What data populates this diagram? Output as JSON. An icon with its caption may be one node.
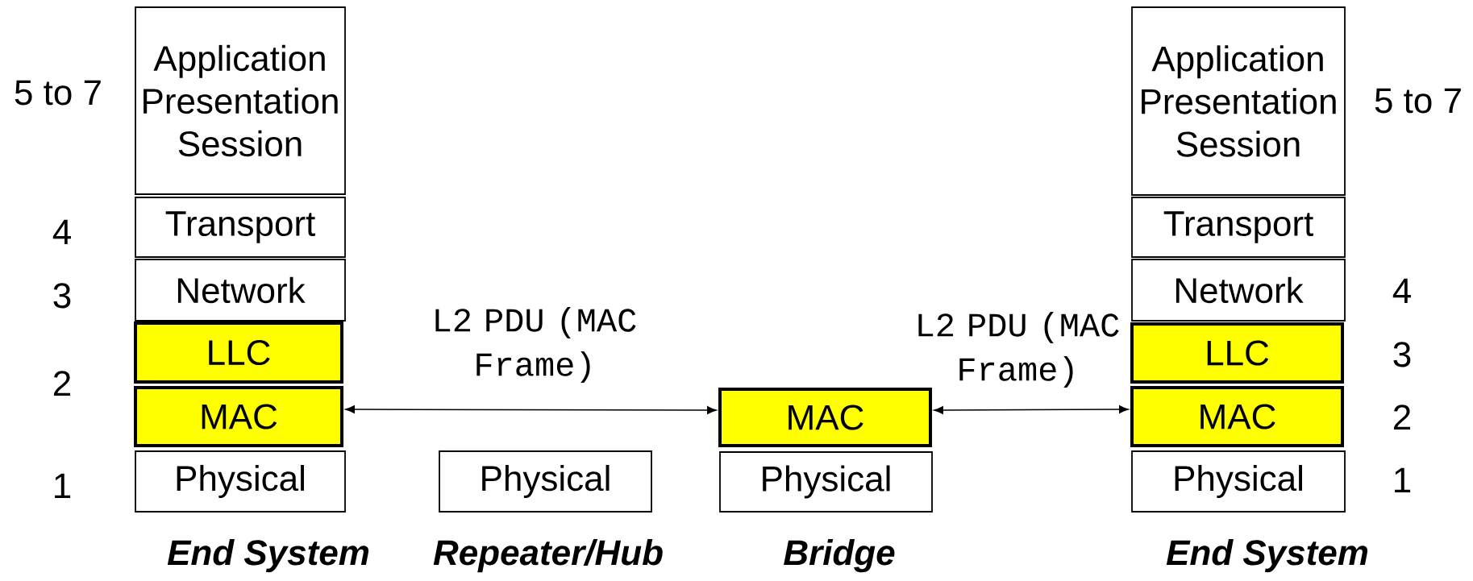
{
  "diagram": {
    "nodes": [
      {
        "text": [
          "Application Presentation Session"
        ]
      },
      {
        "text": [
          "Transport"
        ]
      },
      {
        "text": [
          "Network"
        ]
      },
      {
        "text": [
          "LLC"
        ]
      },
      {
        "text": [
          "MAC"
        ]
      },
      {
        "text": [
          "Physical"
        ]
      },
      {
        "text": [
          "Physical"
        ]
      },
      {
        "text": [
          "MAC"
        ]
      },
      {
        "text": [
          "Physical"
        ]
      },
      {
        "text": [
          "Application Presentation Session"
        ]
      },
      {
        "text": [
          "Transport"
        ]
      },
      {
        "text": [
          "Network"
        ]
      },
      {
        "text": [
          "LLC"
        ]
      },
      {
        "text": [
          "MAC"
        ]
      },
      {
        "text": [
          "Physical"
        ]
      }
    ],
    "edges": [
      {
        "from": 4,
        "to": 7,
        "arrow": "both",
        "label": "L2 PDU (MAC Frame)"
      },
      {
        "from": 7,
        "to": 13,
        "arrow": "both",
        "label": "L2 PDU (MAC Frame)"
      }
    ],
    "labels": [
      "5 to 7",
      "4",
      "3",
      "2",
      "1",
      "5 to 7",
      "4",
      "3",
      "2",
      "1",
      "End System",
      "Repeater/Hub",
      "Bridge",
      "End System"
    ]
  }
}
